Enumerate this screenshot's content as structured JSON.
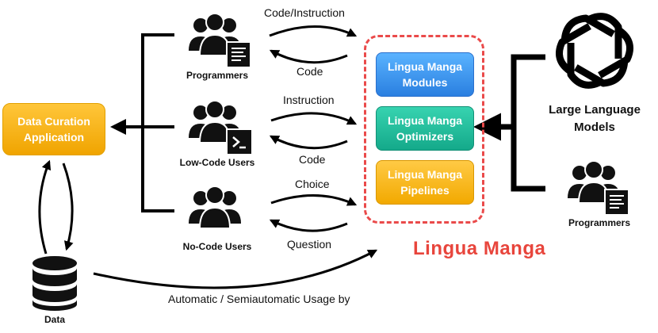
{
  "users": {
    "programmers": "Programmers",
    "low_code": "Low-Code Users",
    "no_code": "No-Code Users"
  },
  "flows": {
    "code_instruction": "Code/Instruction",
    "code_1": "Code",
    "instruction": "Instruction",
    "code_2": "Code",
    "choice": "Choice",
    "question": "Question",
    "automatic": "Automatic / Semiautomatic Usage by"
  },
  "curation": "Data Curation\nApplication",
  "data_label": "Data",
  "modules": {
    "modules": "Lingua Manga\nModules",
    "optimizers": "Lingua Manga\nOptimizers",
    "pipelines": "Lingua Manga\nPipelines"
  },
  "brand": "Lingua Manga",
  "llm": "Large Language\nModels",
  "right_programmers": "Programmers",
  "colors": {
    "brand_red": "#e8453c",
    "modules_blue": "#3d95f0",
    "optimizers_teal": "#20bf9d",
    "pipelines_yellow": "#f7b51c",
    "curation_yellow": "#f7b51c"
  },
  "icons": [
    "users-group-icon",
    "terminal-icon",
    "code-page-icon",
    "database-icon",
    "openai-logo-icon"
  ]
}
